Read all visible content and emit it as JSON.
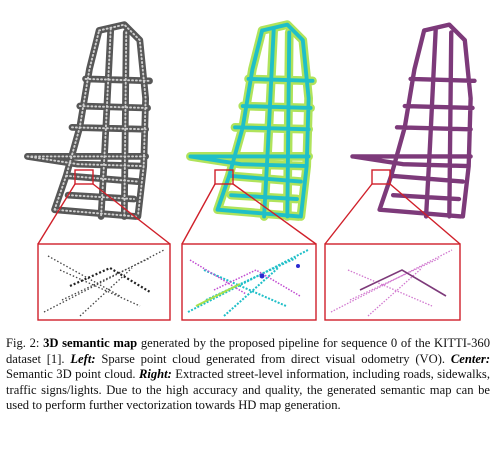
{
  "caption": {
    "fig_label": "Fig. 2:",
    "bold_title": "3D semantic map",
    "text_1": "generated by the proposed pipeline for sequence 0 of the KITTI-360 dataset [1].",
    "left_label": "Left:",
    "text_left": "Sparse point cloud generated from direct visual odometry (VO).",
    "center_label": "Center:",
    "text_center": "Semantic 3D point cloud.",
    "right_label": "Right:",
    "text_right": "Extracted street-level information, including roads, sidewalks, traffic signs/lights. Due to the high accuracy and quality, the generated semantic map can be used to perform further vectorization towards HD map generation."
  },
  "colors": {
    "left_map": "#3a3a3a",
    "center_map_primary": "#1fbfc8",
    "center_map_secondary": "#a8e04a",
    "right_map": "#7d3a7a",
    "highlight_box": "#d0202a"
  },
  "panels": [
    {
      "id": "left",
      "style": "sparse-point-cloud"
    },
    {
      "id": "center",
      "style": "semantic-point-cloud"
    },
    {
      "id": "right",
      "style": "street-level-extraction"
    }
  ]
}
